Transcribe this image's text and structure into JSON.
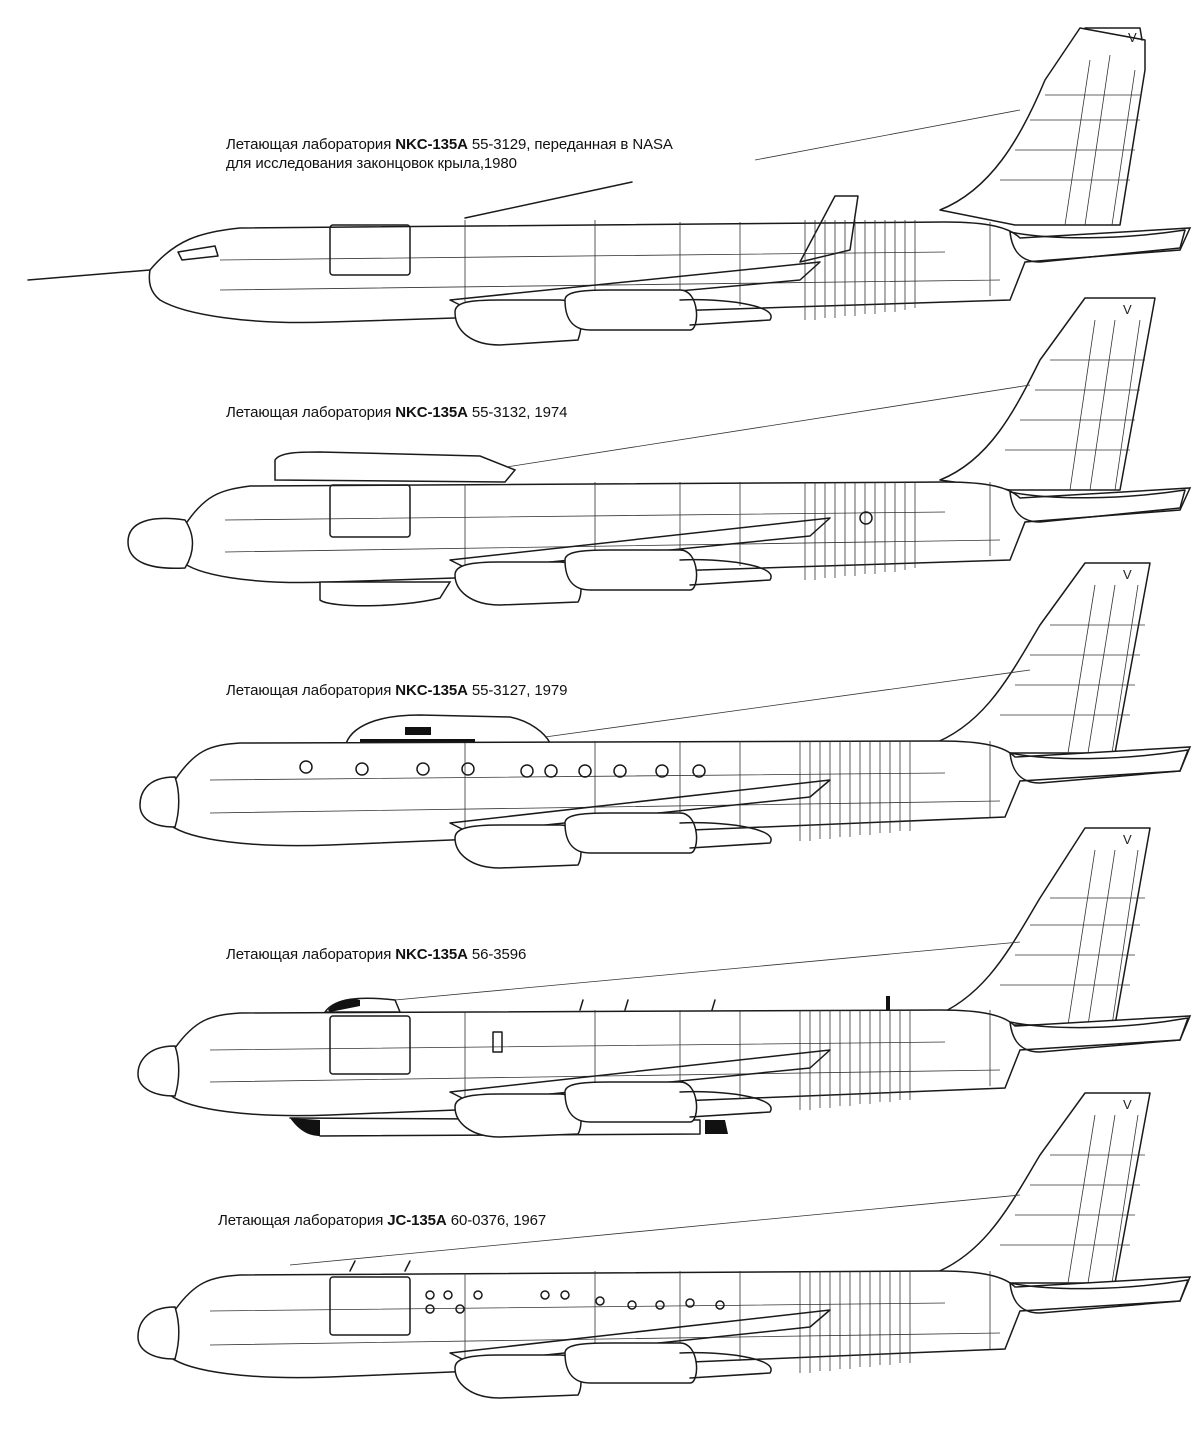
{
  "captions": [
    {
      "prefix": "Летающая лаборатория ",
      "type": "NKC-135A",
      "rest": "  55-3129, переданная в NASA",
      "line2": "для исследования законцовок крыла,1980"
    },
    {
      "prefix": "Летающая лаборатория ",
      "type": "NKC-135A",
      "rest": "  55-3132, 1974",
      "line2": ""
    },
    {
      "prefix": "Летающая лаборатория ",
      "type": "NKC-135A",
      "rest": "  55-3127, 1979",
      "line2": ""
    },
    {
      "prefix": "Летающая лаборатория ",
      "type": "NKC-135A",
      "rest": "  56-3596",
      "line2": ""
    },
    {
      "prefix": "Летающая лаборатория ",
      "type": "JC-135A",
      "rest": "  60-0376, 1967",
      "line2": ""
    }
  ],
  "tail_marks": [
    "V",
    "V",
    "V",
    "V",
    "V"
  ]
}
